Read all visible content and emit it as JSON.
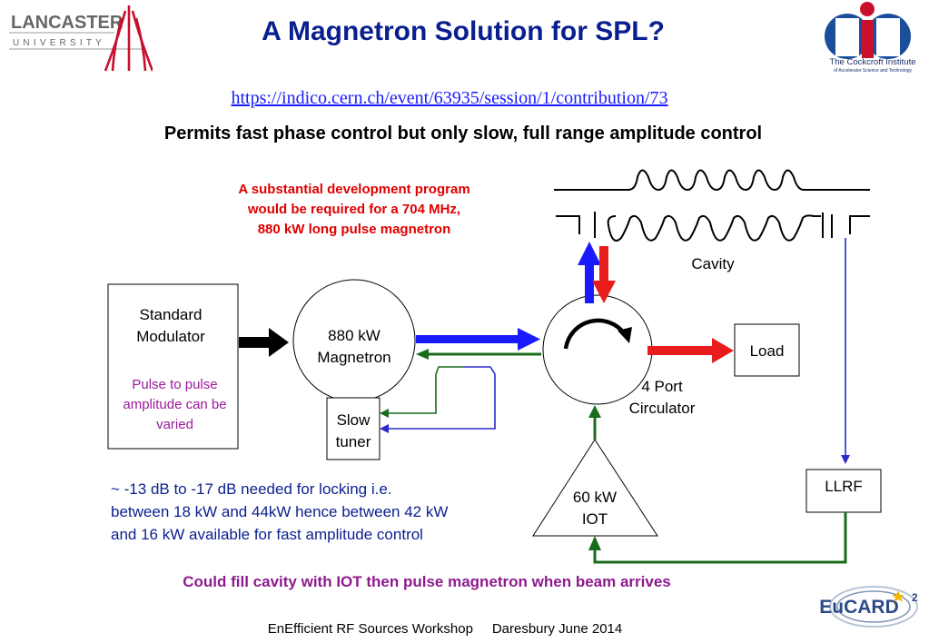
{
  "header": {
    "title": "A Magnetron Solution for SPL?",
    "link": "https://indico.cern.ch/event/63935/session/1/contribution/73",
    "subtitle": "Permits fast phase control but only slow, full range amplitude control"
  },
  "logos": {
    "lancaster_line1": "LANCASTER",
    "lancaster_line2": "UNIVERSITY",
    "cockcroft_line1": "The Cockcroft Institute",
    "cockcroft_line2": "of Accelerator Science and Technology",
    "eucard_text": "EuCARD",
    "eucard_superscript": "2"
  },
  "diagram": {
    "red_note": "A substantial development program would be required for a 704 MHz, 880 kW long pulse magnetron",
    "modulator_line1": "Standard",
    "modulator_line2": "Modulator",
    "modulator_note": "Pulse to pulse amplitude can be varied",
    "magnetron_line1": "880 kW",
    "magnetron_line2": "Magnetron",
    "tuner_line1": "Slow",
    "tuner_line2": "tuner",
    "circulator_line1": "4 Port",
    "circulator_line2": "Circulator",
    "load": "Load",
    "cavity": "Cavity",
    "iot_line1": "60 kW",
    "iot_line2": "IOT",
    "llrf": "LLRF"
  },
  "notes": {
    "locking_line1": "~ -13 dB to -17 dB needed for locking  i.e.",
    "locking_line2": "between 18 kW and 44kW hence between 42 kW",
    "locking_line3": "and 16 kW available for fast  amplitude control",
    "bottom": "Could fill cavity with IOT then pulse magnetron when beam arrives"
  },
  "footer": {
    "event": "EnEfficient RF Sources Workshop",
    "venue_date": "Daresbury June 2014"
  },
  "colors": {
    "title_blue": "#0a1f8f",
    "arrow_blue": "#1a1aff",
    "arrow_red": "#e81c1c",
    "signal_green": "#1a6b1a",
    "note_purple": "#9b1a9b"
  }
}
